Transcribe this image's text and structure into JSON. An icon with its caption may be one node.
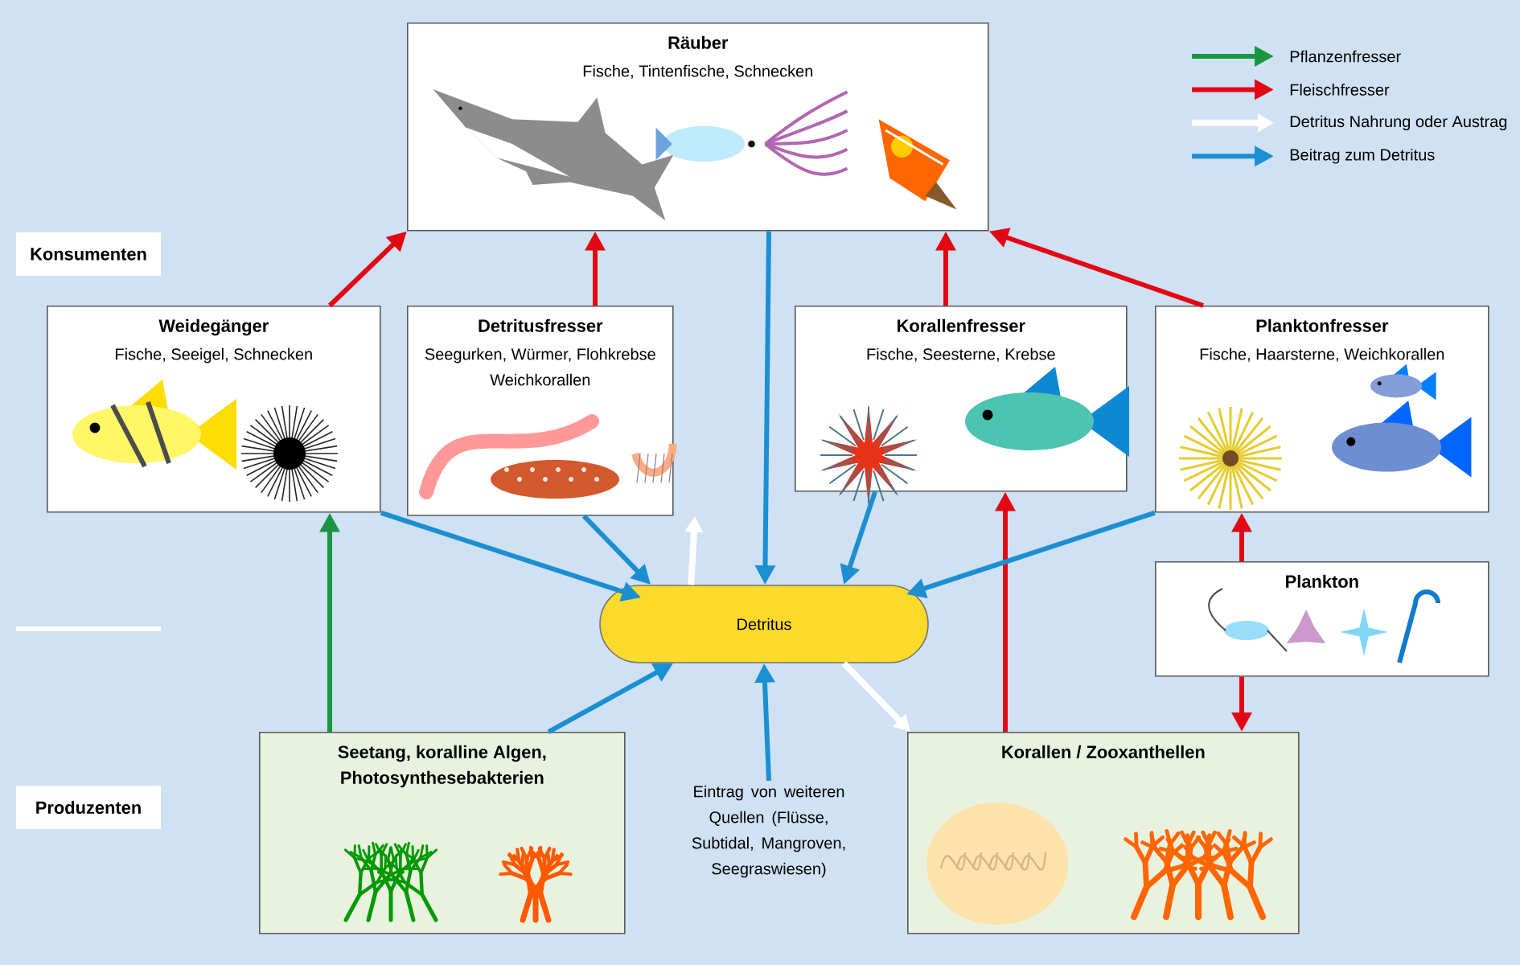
{
  "diagram": {
    "nodes": [
      {
        "text": [
          "Räuber",
          "Fische, Tintenfische, Schnecken"
        ]
      },
      {
        "text": [
          "Weidegänger",
          "Fische, Seeigel, Schnecken"
        ]
      },
      {
        "text": [
          "Detritusfresser",
          "Seegurken, Würmer, Flohkrebse Weichkorallen"
        ]
      },
      {
        "text": [
          "Korallenfresser",
          "Fische, Seesterne, Krebse"
        ]
      },
      {
        "text": [
          "Planktonfresser",
          "Fische, Haarsterne, Weichkorallen"
        ]
      },
      {
        "text": [
          "Detritus"
        ]
      },
      {
        "text": [
          "Plankton"
        ]
      },
      {
        "text": [
          "Seetang, koralline Algen, Photosynthesebakterien"
        ]
      },
      {
        "text": [
          "Korallen / Zooxanthellen"
        ]
      },
      {
        "text": [
          "Eintrag von weiteren Quellen (Flüsse, Subtidal, Mangroven, Seegraswiesen)"
        ]
      }
    ],
    "edges": [
      {
        "from": 1,
        "to": 0,
        "arrow": "to",
        "color": "#e30613"
      },
      {
        "from": 2,
        "to": 0,
        "arrow": "to",
        "color": "#e30613"
      },
      {
        "from": 3,
        "to": 0,
        "arrow": "to",
        "color": "#e30613"
      },
      {
        "from": 4,
        "to": 0,
        "arrow": "to",
        "color": "#e30613"
      },
      {
        "from": 6,
        "to": 4,
        "arrow": "to",
        "color": "#e30613"
      },
      {
        "from": 6,
        "to": 8,
        "arrow": "to",
        "color": "#e30613"
      },
      {
        "from": 8,
        "to": 3,
        "arrow": "to",
        "color": "#e30613"
      },
      {
        "from": 7,
        "to": 1,
        "arrow": "to",
        "color": "#1a9641"
      },
      {
        "from": 0,
        "to": 5,
        "arrow": "to",
        "color": "#1b8fd2"
      },
      {
        "from": 1,
        "to": 5,
        "arrow": "to",
        "color": "#1b8fd2"
      },
      {
        "from": 2,
        "to": 5,
        "arrow": "to",
        "color": "#1b8fd2"
      },
      {
        "from": 3,
        "to": 5,
        "arrow": "to",
        "color": "#1b8fd2"
      },
      {
        "from": 4,
        "to": 5,
        "arrow": "to",
        "color": "#1b8fd2"
      },
      {
        "from": 7,
        "to": 5,
        "arrow": "to",
        "color": "#1b8fd2"
      },
      {
        "from": 9,
        "to": 5,
        "arrow": "to",
        "color": "#1b8fd2"
      },
      {
        "from": 5,
        "to": 2,
        "arrow": "to",
        "color": "#ffffff"
      },
      {
        "from": 5,
        "to": 8,
        "arrow": "to",
        "color": "#ffffff"
      }
    ],
    "labels": [
      "Konsumenten",
      "Produzenten"
    ],
    "legend": [
      {
        "text": "Pflanzenfresser",
        "color": "#1a9641"
      },
      {
        "text": "Fleischfresser",
        "color": "#e30613"
      },
      {
        "text": "Detritus Nahrung oder Austrag",
        "color": "#ffffff"
      },
      {
        "text": "Beitrag zum Detritus",
        "color": "#1b8fd2"
      }
    ]
  }
}
